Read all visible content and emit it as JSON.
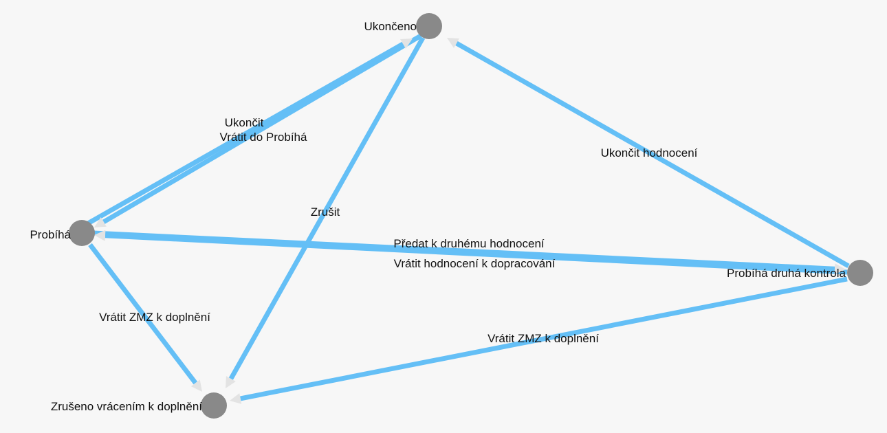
{
  "nodes": [
    {
      "id": "ukonceno",
      "label": "Ukončeno"
    },
    {
      "id": "probiha",
      "label": "Probíhá"
    },
    {
      "id": "druha",
      "label": "Probíhá druhá kontrola"
    },
    {
      "id": "zruseno",
      "label": "Zrušeno vrácením k doplnění"
    }
  ],
  "edges": [
    {
      "id": "e1",
      "from": "probiha",
      "to": "ukonceno",
      "label": "Ukončit"
    },
    {
      "id": "e2",
      "from": "ukonceno",
      "to": "probiha",
      "label": "Vrátit do Probíhá"
    },
    {
      "id": "e3",
      "from": "ukonceno",
      "to": "zruseno",
      "label": "Zrušit"
    },
    {
      "id": "e4",
      "from": "druha",
      "to": "ukonceno",
      "label": "Ukončit hodnocení"
    },
    {
      "id": "e5",
      "from": "probiha",
      "to": "druha",
      "label": "Předat k druhému hodnocení"
    },
    {
      "id": "e6",
      "from": "druha",
      "to": "probiha",
      "label": "Vrátit hodnocení k dopracování"
    },
    {
      "id": "e7",
      "from": "probiha",
      "to": "zruseno",
      "label": "Vrátit ZMZ k doplnění"
    },
    {
      "id": "e8",
      "from": "druha",
      "to": "zruseno",
      "label": "Vrátit ZMZ k doplnění"
    }
  ],
  "colors": {
    "background": "#f7f7f7",
    "edge": "#64bff6",
    "arrowhead": "#e3e3e3",
    "node": "#898989",
    "text": "#111111"
  }
}
